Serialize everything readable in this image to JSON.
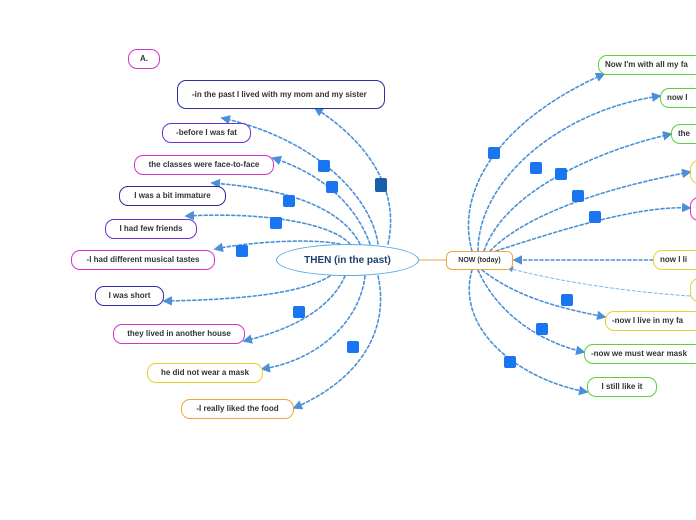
{
  "colors": {
    "link": "#4a90d9",
    "pink": "#d633c9",
    "purple": "#6a2fd6",
    "navy": "#2b2fa6",
    "green": "#5ad13a",
    "yellow": "#e6d22a",
    "orange": "#f0a43a"
  },
  "central": {
    "label": "THEN (in the past)"
  },
  "now": {
    "label": "NOW (today)"
  },
  "left_nodes": [
    {
      "label": "A.",
      "color": "pink"
    },
    {
      "label": "-in the past I lived with my mom and my sister",
      "color": "navy"
    },
    {
      "label": "-before I was fat",
      "color": "purple"
    },
    {
      "label": "the classes were face-to-face",
      "color": "pink"
    },
    {
      "label": "I was a bit immature",
      "color": "navy"
    },
    {
      "label": "I had few friends",
      "color": "purple"
    },
    {
      "label": "-I had different musical tastes",
      "color": "pink"
    },
    {
      "label": "I was short",
      "color": "navy"
    },
    {
      "label": "they lived in another house",
      "color": "pink"
    },
    {
      "label": "he did not wear a mask",
      "color": "yellow"
    },
    {
      "label": "-I really liked the food",
      "color": "orange"
    }
  ],
  "right_nodes": [
    {
      "label": "Now I'm with all my fa",
      "color": "green"
    },
    {
      "label": "now I",
      "color": "green"
    },
    {
      "label": "the",
      "color": "green"
    },
    {
      "label": "",
      "color": "yellow"
    },
    {
      "label": "",
      "color": "pink"
    },
    {
      "label": "now I li",
      "color": "yellow"
    },
    {
      "label": "",
      "color": "yellow"
    },
    {
      "label": "-now I live in my fa",
      "color": "green"
    },
    {
      "label": "-now we must wear mask",
      "color": "green"
    },
    {
      "label": "I still like it",
      "color": "green"
    }
  ]
}
